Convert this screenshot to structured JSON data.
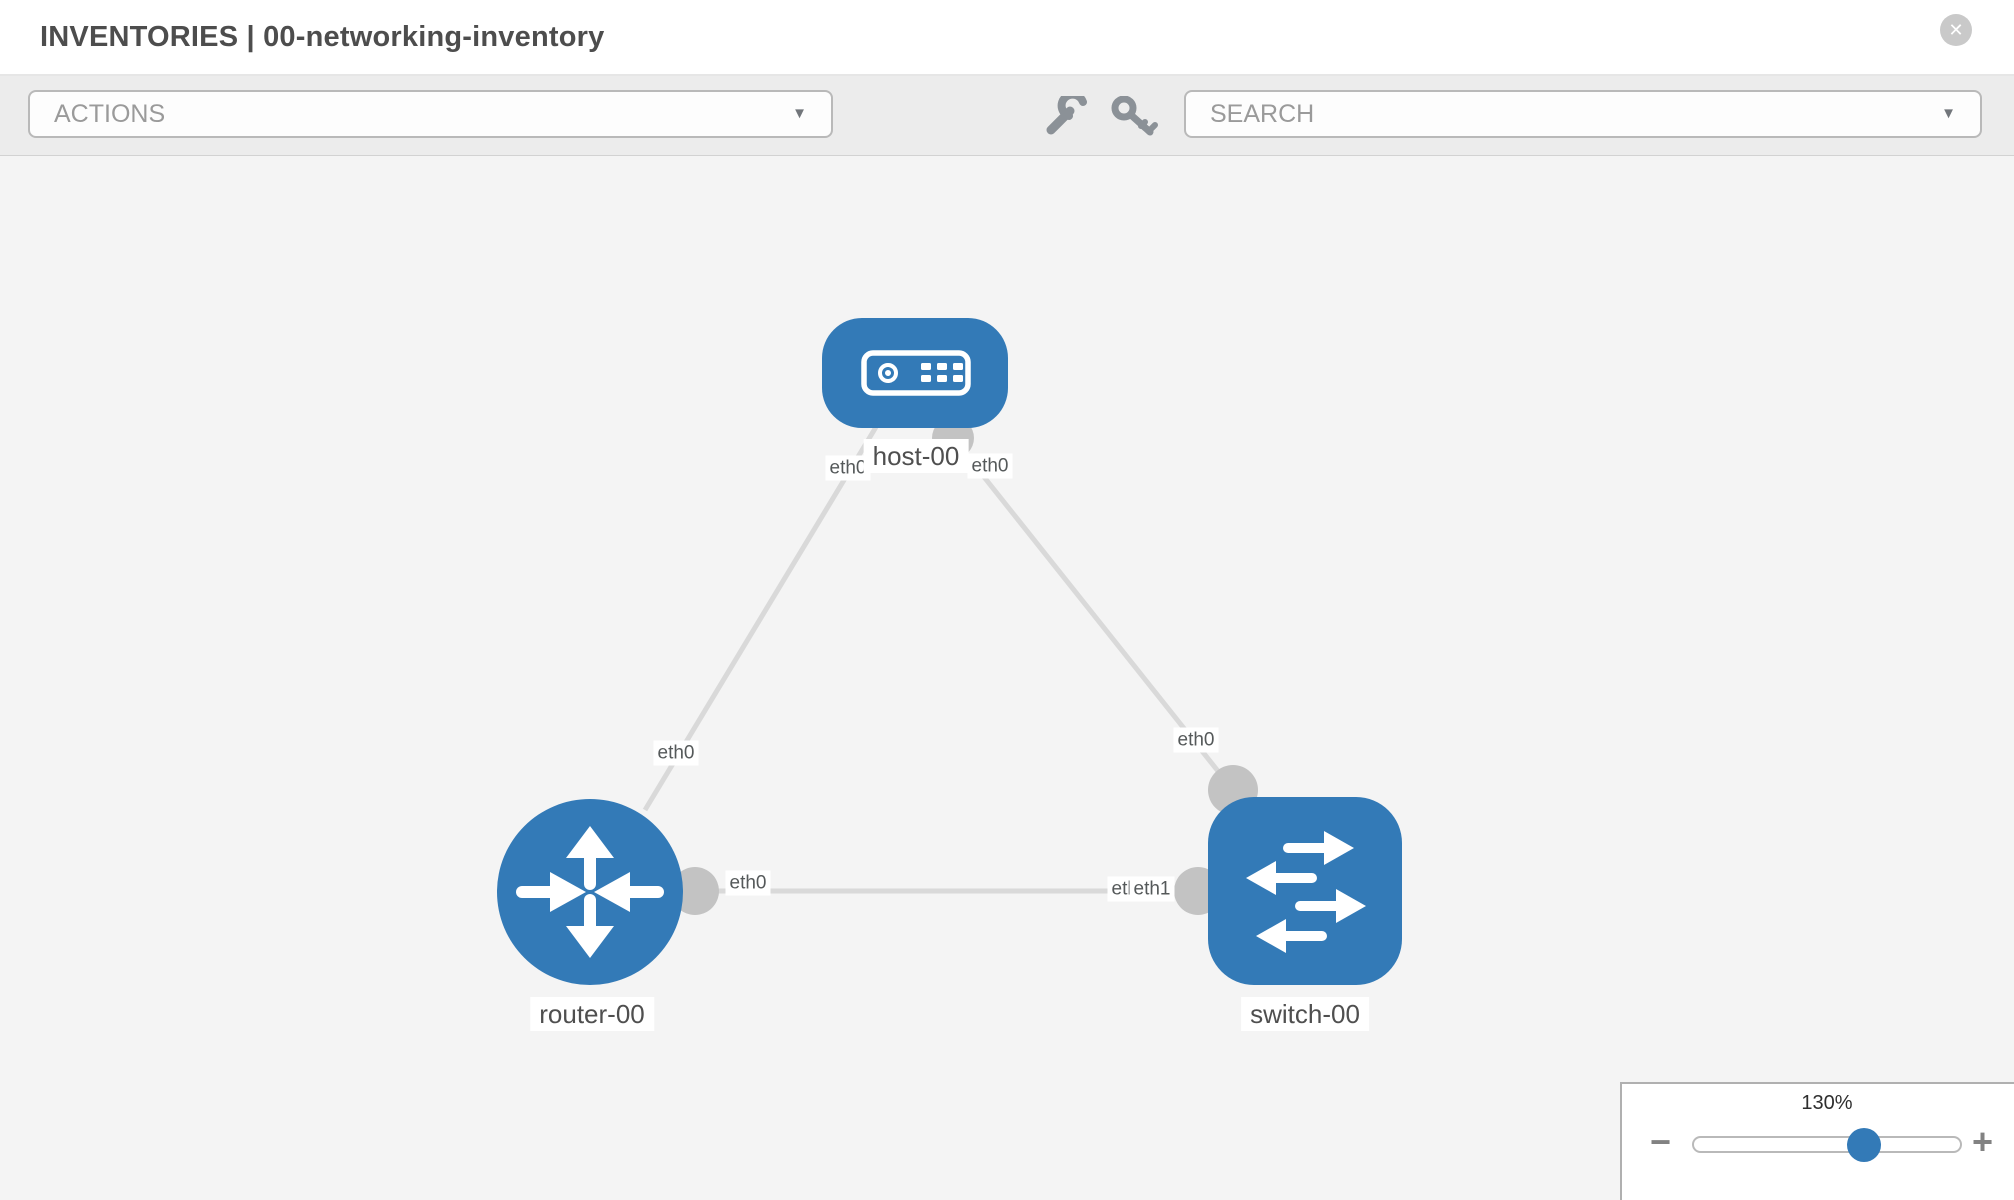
{
  "header": {
    "title": "INVENTORIES | 00-networking-inventory"
  },
  "toolbar": {
    "actions_label": "ACTIONS",
    "search_placeholder": "SEARCH"
  },
  "icons": {
    "close": "✕",
    "caret_down": "▼",
    "minus": "−",
    "plus": "+",
    "wrench": "wrench-icon",
    "key": "key-icon"
  },
  "topology": {
    "nodes": [
      {
        "label": "host-00",
        "type": "host"
      },
      {
        "label": "router-00",
        "type": "router"
      },
      {
        "label": "switch-00",
        "type": "switch"
      }
    ],
    "links": [
      {
        "from": "host-00",
        "to": "router-00",
        "iface_labels": [
          "eth0",
          "eth0"
        ]
      },
      {
        "from": "host-00",
        "to": "switch-00",
        "iface_labels": [
          "eth0",
          "eth0"
        ]
      },
      {
        "from": "router-00",
        "to": "switch-00",
        "iface_labels": [
          "eth0",
          "eth0",
          "eth1"
        ]
      }
    ]
  },
  "zoom_control": {
    "level": "130%"
  },
  "colors": {
    "node_blue": "#337ab7",
    "link_gray": "#d9d9d9",
    "port_gray": "#c3c3c3",
    "canvas_bg": "#f4f4f4",
    "toolbar_bg": "#ececec"
  }
}
